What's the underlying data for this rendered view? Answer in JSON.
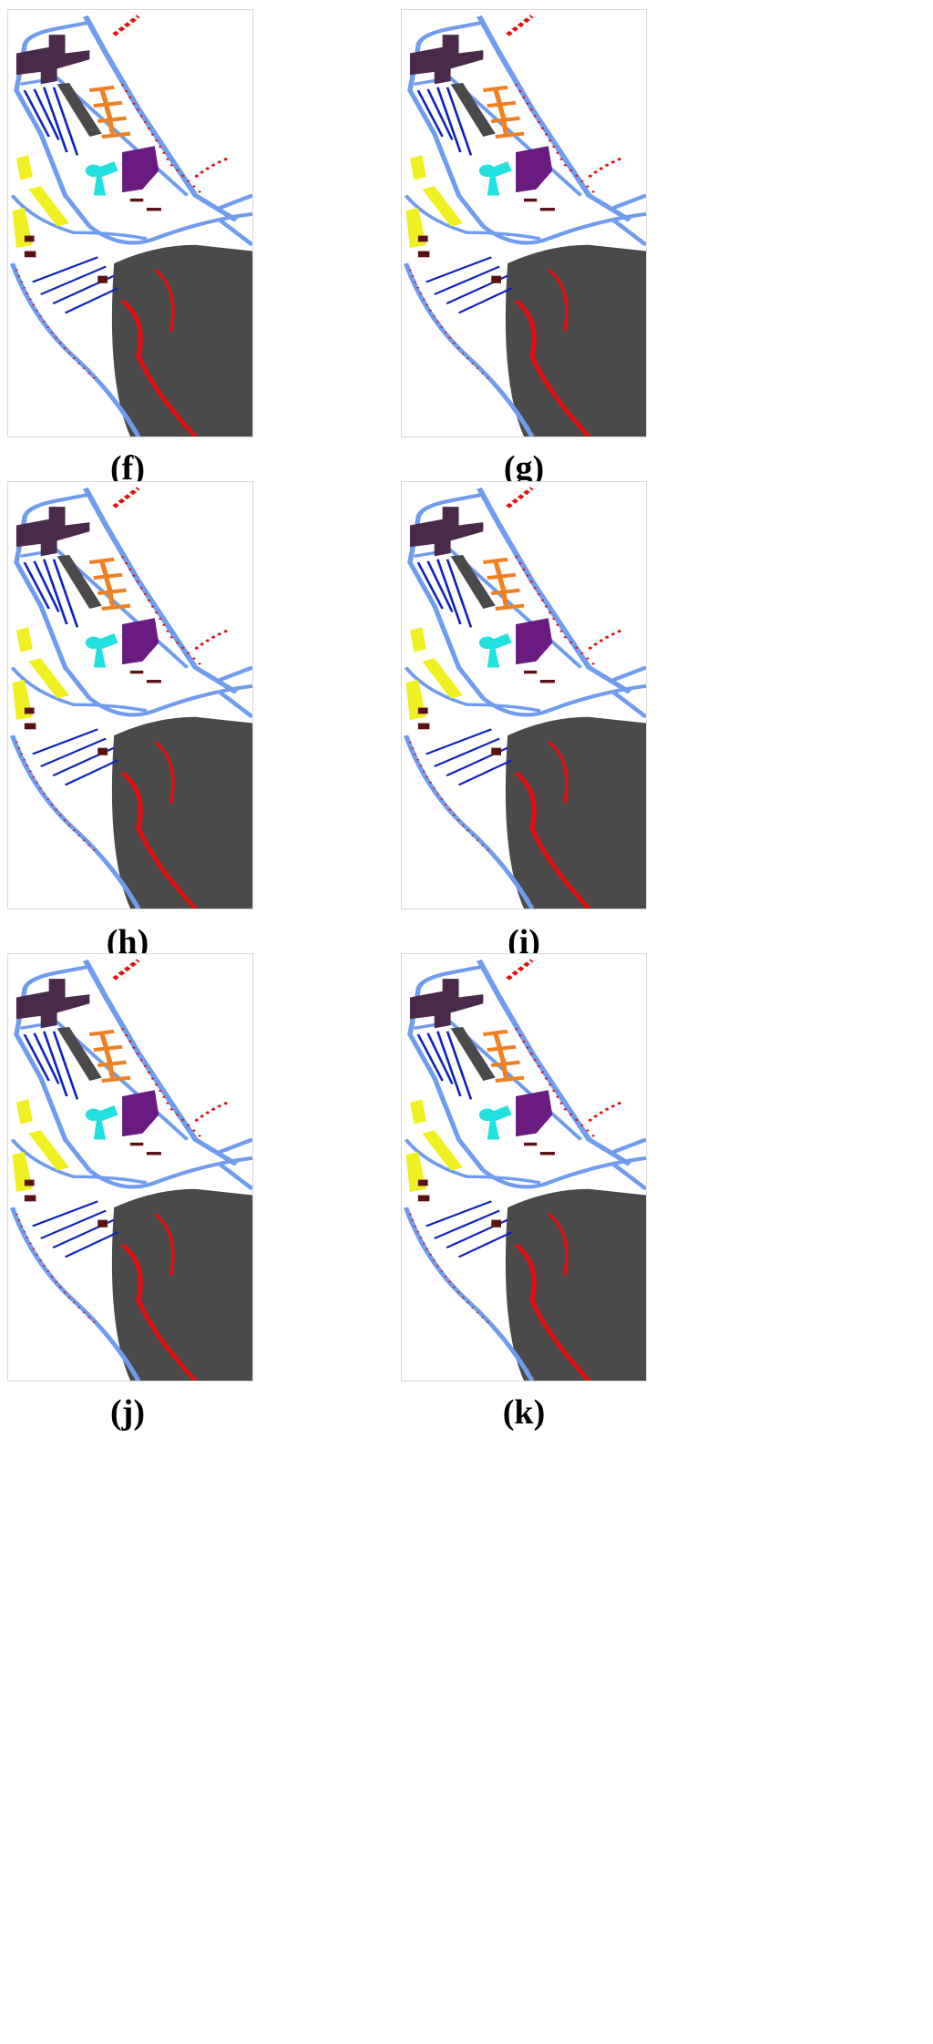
{
  "figure": {
    "panels": [
      {
        "id": "f",
        "label": "f"
      },
      {
        "id": "g",
        "label": "g"
      },
      {
        "id": "h",
        "label": "h"
      },
      {
        "id": "i",
        "label": "i"
      },
      {
        "id": "j",
        "label": "j"
      },
      {
        "id": "k",
        "label": "k"
      }
    ],
    "colors": {
      "road": "#6f9cf0",
      "red_markers": "#e01010",
      "dark_gray": "#4a4a4a",
      "dark_purple": "#4a2a4a",
      "purple": "#6a1a80",
      "orange": "#f08020",
      "cyan": "#20e0e0",
      "yellow": "#f0f020",
      "blue": "#1020c0",
      "brown": "#5a1010"
    }
  }
}
